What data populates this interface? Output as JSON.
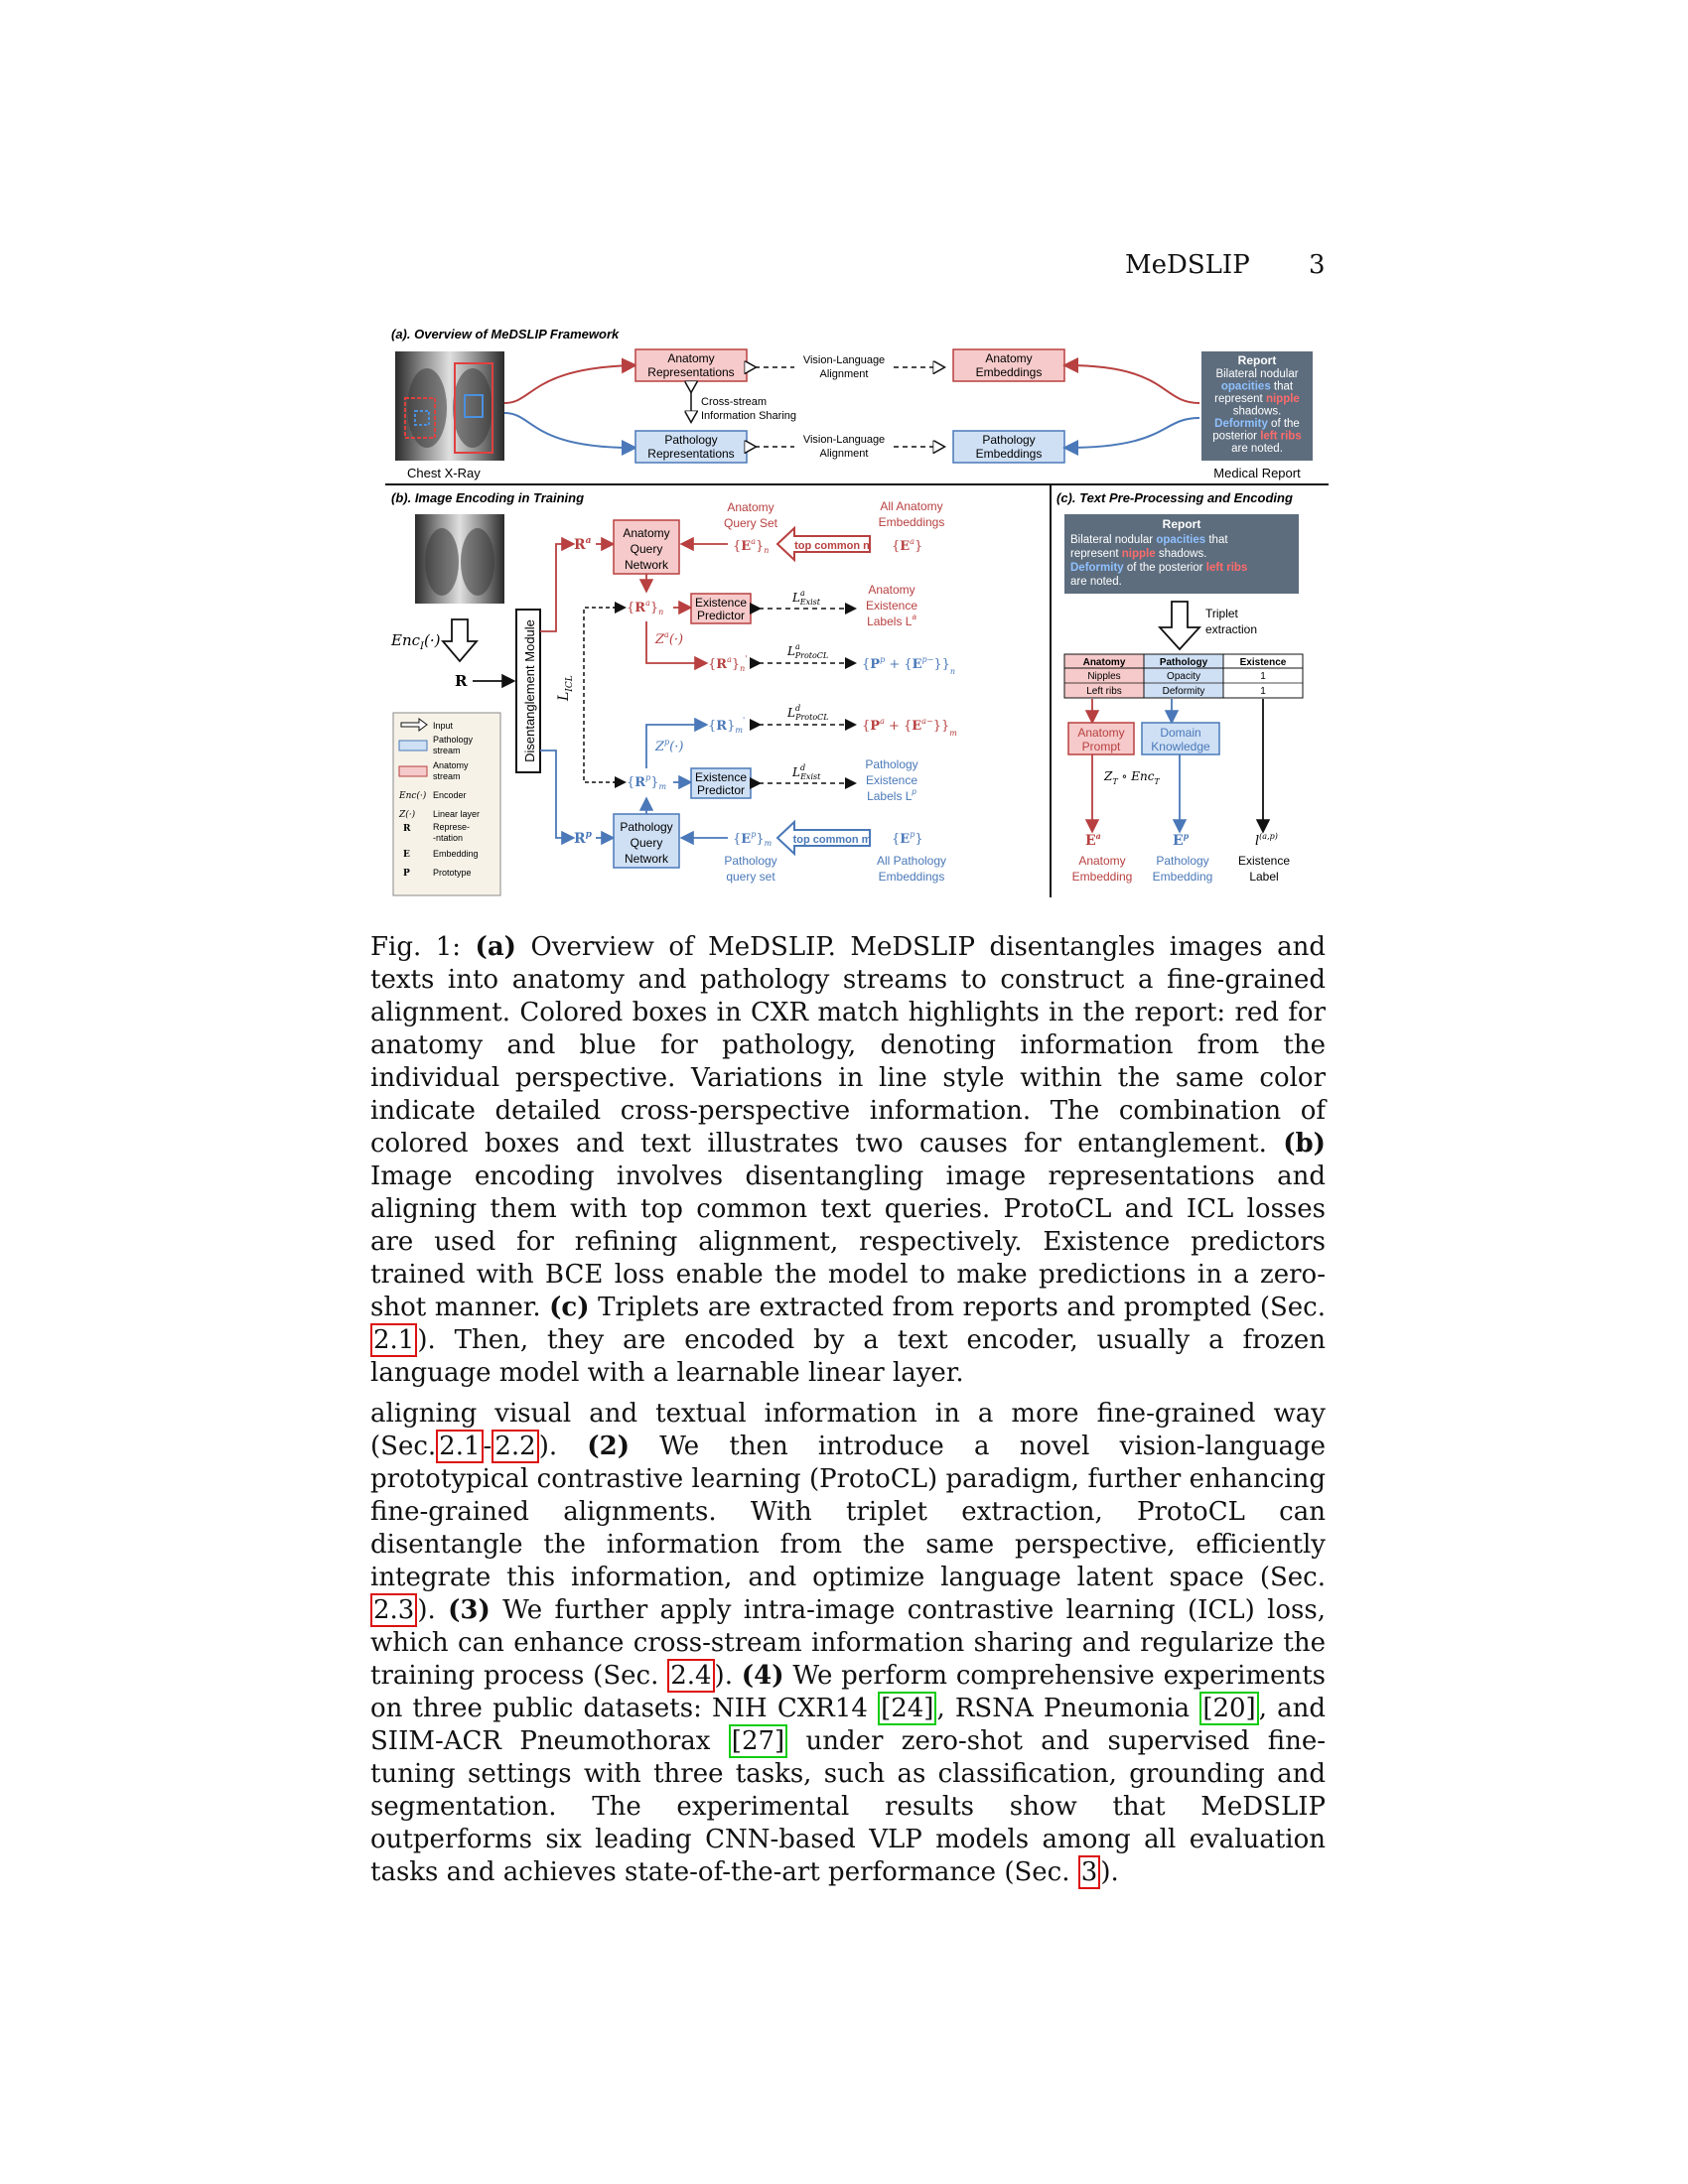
{
  "header": {
    "title": "MeDSLIP",
    "page": "3"
  },
  "figure": {
    "panel_a": {
      "title": "(a). Overview of MeDSLIP Framework",
      "anatomy_repr": [
        "Anatomy",
        "Representations"
      ],
      "pathology_repr": [
        "Pathology",
        "Representations"
      ],
      "anatomy_emb": [
        "Anatomy",
        "Embeddings"
      ],
      "pathology_emb": [
        "Pathology",
        "Embeddings"
      ],
      "vl_alignment": [
        "Vision-Language",
        "Alignment"
      ],
      "cross_stream": [
        "Cross-stream",
        "Information Sharing"
      ],
      "chest_xray": "Chest X-Ray",
      "medical_report": "Medical Report",
      "report_title": "Report",
      "report_lines": [
        "Bilateral nodular",
        "opacities that",
        "represent nipple",
        "shadows.",
        "Deformity of the",
        "posterior left ribs",
        "are noted."
      ]
    },
    "panel_b": {
      "title": "(b). Image Encoding in Training",
      "enc": "Enc",
      "enc_sub": "I",
      "enc_arg": "(·)",
      "R": "R",
      "disentanglement": "Disentanglement Module",
      "Ra": "R",
      "Rp": "R",
      "anatomy_query_net": [
        "Anatomy",
        "Query",
        "Network"
      ],
      "pathology_query_net": [
        "Pathology",
        "Query",
        "Network"
      ],
      "anatomy_query_set": [
        "Anatomy",
        "Query Set"
      ],
      "pathology_query_set": [
        "Pathology",
        "query set"
      ],
      "all_anatomy_emb": [
        "All Anatomy",
        "Embeddings"
      ],
      "all_pathology_emb": [
        "All Pathology",
        "Embeddings"
      ],
      "top_common_n": "top common n",
      "top_common_m": "top common m",
      "existence_predictor": [
        "Existence",
        "Predictor"
      ],
      "anatomy_labels": [
        "Anatomy",
        "Existence",
        "Labels L"
      ],
      "pathology_labels": [
        "Pathology",
        "Existence",
        "Labels L"
      ],
      "Za": "Z",
      "Zp": "Z",
      "L_exist": "L",
      "exist_sub": "Exist",
      "protocl_sub": "ProtoCL",
      "icl": "L",
      "icl_sub": "ICL",
      "legend": {
        "input": "Input",
        "pathology_stream": [
          "Pathology",
          "stream"
        ],
        "anatomy_stream": [
          "Anatomy",
          "stream"
        ],
        "encoder": "Encoder",
        "linear_layer": "Linear layer",
        "representation": [
          "Represe-",
          "-ntation"
        ],
        "embedding": "Embedding",
        "prototype": "Prototype"
      }
    },
    "panel_c": {
      "title": "(c). Text Pre-Processing and Encoding",
      "report_title": "Report",
      "report_lines": [
        "Bilateral nodular opacities that",
        "represent nipple shadows.",
        "Deformity of the posterior left ribs",
        "are noted."
      ],
      "triplet": [
        "Triplet",
        "extraction"
      ],
      "table_headers": [
        "Anatomy",
        "Pathology",
        "Existence"
      ],
      "table_rows": [
        [
          "Nipples",
          "Opacity",
          "1"
        ],
        [
          "Left ribs",
          "Deformity",
          "1"
        ]
      ],
      "anatomy_prompt": [
        "Anatomy",
        "Prompt"
      ],
      "domain_knowledge": [
        "Domain",
        "Knowledge"
      ],
      "zt_enc": "Z",
      "anatomy_embedding": [
        "Anatomy",
        "Embedding"
      ],
      "pathology_embedding": [
        "Pathology",
        "Embedding"
      ],
      "existence_label": [
        "Existence",
        "Label"
      ]
    },
    "colors": {
      "anatomy": "#b84040",
      "pathology": "#4a78b8",
      "anatomy_fill": "#f6caca",
      "pathology_fill": "#cfe0f5",
      "report_bg": "#5d6d7e"
    }
  },
  "caption": {
    "label": "Fig. 1:",
    "a": "(a)",
    "a_text": " Overview of MeDSLIP. MeDSLIP disentangles images and texts into anatomy and pathology streams to construct a fine-grained alignment. Colored boxes in CXR match highlights in the report: red for anatomy and blue for pathology, denoting information from the individual perspective. Variations in line style within the same color indicate detailed cross-perspective information. The combination of colored boxes and text illustrates two causes for entanglement. ",
    "b": "(b)",
    "b_text": " Image encoding involves disentangling image representations and aligning them with top common text queries. ProtoCL and ICL losses are used for refining alignment, respectively. Existence predictors trained with BCE loss enable the model to make predictions in a zero-shot manner. ",
    "c": "(c)",
    "c_text": " Triplets are extracted from reports and prompted (Sec. ",
    "c_ref": "2.1",
    "c_text2": "). Then, they are encoded by a text encoder, usually a frozen language model with a learnable linear layer."
  },
  "body": {
    "t1": "aligning visual and textual information in a more fine-grained way (Sec.",
    "r1": "2.1",
    "t1b": "-",
    "r2": "2.2",
    "t2": "). ",
    "n2": "(2)",
    "t3": " We then introduce a novel vision-language prototypical contrastive learning (ProtoCL) paradigm, further enhancing fine-grained alignments. With triplet extraction, ProtoCL can disentangle the information from the same perspective, efficiently integrate this information, and optimize language latent space (Sec. ",
    "r3": "2.3",
    "t4": "). ",
    "n3": "(3)",
    "t5": " We further apply intra-image contrastive learning (ICL) loss, which can enhance cross-stream information sharing and regularize the training process (Sec. ",
    "r4": "2.4",
    "t6": "). ",
    "n4": "(4)",
    "t7": " We perform comprehensive experiments on three public datasets: NIH CXR14 ",
    "c24": "[24]",
    "t8": ", RSNA Pneumonia ",
    "c20": "[20]",
    "t9": ", and SIIM-ACR Pneumothorax ",
    "c27": "[27]",
    "t10": " under zero-shot and supervised fine-tuning settings with three tasks, such as classification, grounding and segmentation. The experimental results show that MeDSLIP outperforms six leading CNN-based VLP models among all evaluation tasks and achieves state-of-the-art performance (Sec. ",
    "r5": "3",
    "t11": ")."
  }
}
